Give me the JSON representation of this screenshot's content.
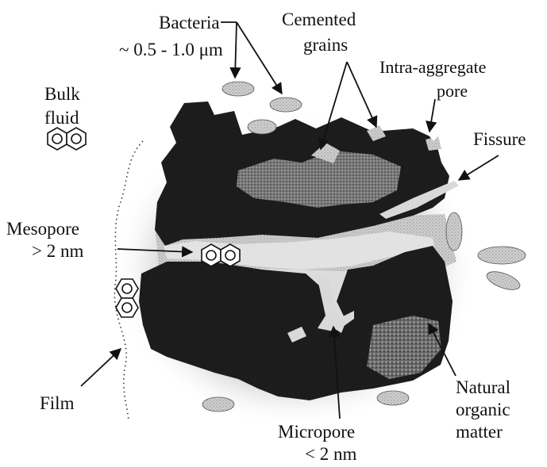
{
  "labels": {
    "bacteria": "Bacteria",
    "bacteria_size": "~ 0.5 - 1.0 μm",
    "cemented_line1": "Cemented",
    "cemented_line2": "grains",
    "intra_line1": "Intra-aggregate",
    "intra_line2": "pore",
    "bulk_line1": "Bulk",
    "bulk_line2": "fluid",
    "fissure": "Fissure",
    "mesopore_line1": "Mesopore",
    "mesopore_line2": "> 2 nm",
    "film": "Film",
    "micropore_line1": "Micropore",
    "micropore_line2": "< 2 nm",
    "nom_line1": "Natural",
    "nom_line2": "organic",
    "nom_line3": "matter"
  },
  "colors": {
    "aggregate": "#1c1c1c",
    "pore_fill": "#d9d9d9",
    "halo": "#e8e8e8",
    "bacteria_fill": "#c8c8c8",
    "grain_fill": "#8a8a8a",
    "ink": "#111111"
  },
  "icons": [
    "naphthalene-molecule-icon",
    "bacterium-icon"
  ]
}
